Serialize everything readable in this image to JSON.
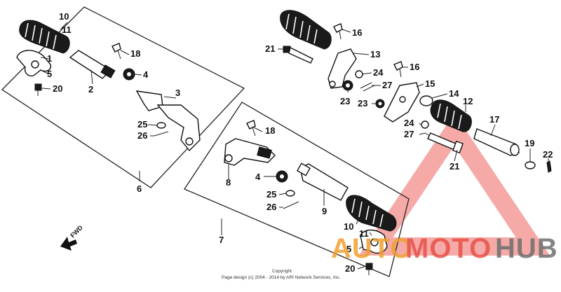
{
  "logo": {
    "word_a": "AUTO",
    "word_b": "MOTO",
    "word_c": "HUB",
    "color_a": "#f0a030",
    "color_b": "#e8534a",
    "color_c": "#6f6f6f"
  },
  "fwd_label": "FWD",
  "copyright": {
    "line1": "Copyright",
    "line2": "Page design (c) 2004 - 2014 by ARI Network Services, Inc."
  },
  "callouts": {
    "c10a": "10",
    "c11a": "11",
    "c1": "1",
    "c5a": "5",
    "c20a": "20",
    "c2": "2",
    "c18a": "18",
    "c4a": "4",
    "c3": "3",
    "c25a": "25",
    "c26a": "26",
    "c6": "6",
    "c16a": "16",
    "c21a": "21",
    "c13": "13",
    "c24a": "24",
    "c27a": "27",
    "c16b": "16",
    "c23a": "23",
    "c23b": "23",
    "c15": "15",
    "c14": "14",
    "c12": "12",
    "c24b": "24",
    "c27b": "27",
    "c17": "17",
    "c21b": "21",
    "c19": "19",
    "c22": "22",
    "c18b": "18",
    "c8": "8",
    "c4b": "4",
    "c25b": "25",
    "c26b": "26",
    "c9": "9",
    "c10b": "10",
    "c11b": "11",
    "c5b": "5",
    "c20b": "20",
    "c7": "7"
  }
}
